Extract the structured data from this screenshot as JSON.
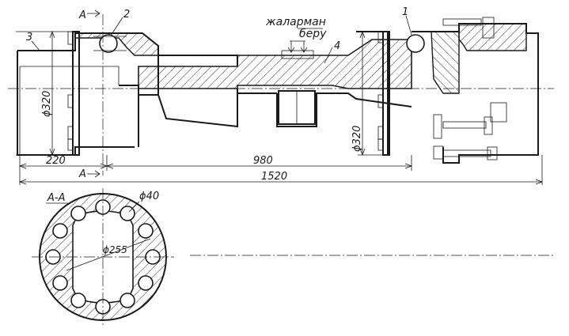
{
  "labels": {
    "section_mark_top": "А",
    "section_mark_bottom": "А",
    "part_1": "1",
    "part_2": "2",
    "part_3": "3",
    "part_4": "4",
    "note_line1": "жаларман",
    "note_line2": "беру",
    "section_title": "А-А"
  },
  "dimensions": {
    "d320_left": "ϕ320",
    "d320_right": "ϕ320",
    "len_220": "220",
    "len_980": "980",
    "len_1520": "1520",
    "d40": "ϕ40",
    "d255": "ϕ255"
  },
  "colors": {
    "line": "#1a1a1a",
    "paper": "#ffffff"
  }
}
